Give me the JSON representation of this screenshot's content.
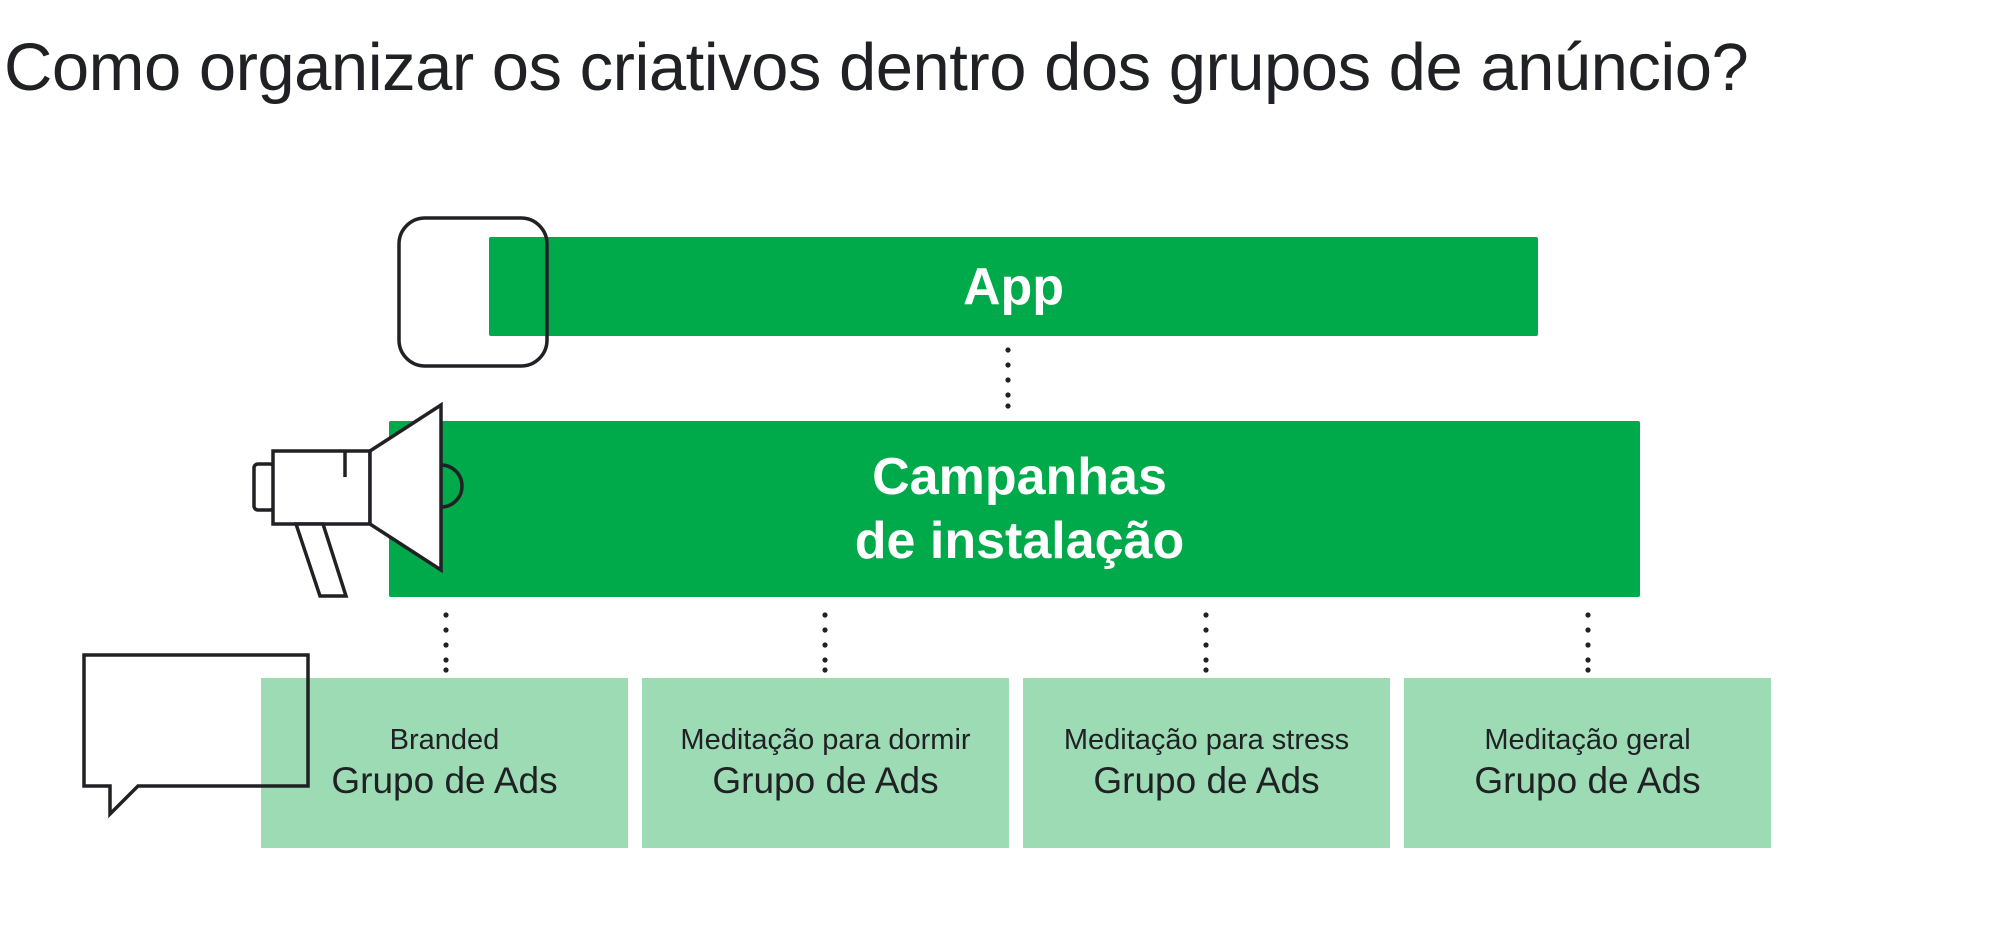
{
  "title": "Como organizar os criativos dentro dos grupos de anúncio?",
  "colors": {
    "primary_green": "#00a94a",
    "light_green": "#9ddbb5",
    "outline": "#202124",
    "text": "#202124"
  },
  "app": {
    "label": "App",
    "icon": "app-square-icon"
  },
  "campaign": {
    "label": "Campanhas\nde instalação",
    "icon": "megaphone-icon"
  },
  "adgroups": {
    "icon": "speech-bubble-icon",
    "items": [
      {
        "subtitle": "Branded",
        "label": "Grupo de Ads"
      },
      {
        "subtitle": "Meditação para dormir",
        "label": "Grupo de Ads"
      },
      {
        "subtitle": "Meditação para stress",
        "label": "Grupo de Ads"
      },
      {
        "subtitle": "Meditação geral",
        "label": "Grupo de Ads"
      }
    ]
  }
}
